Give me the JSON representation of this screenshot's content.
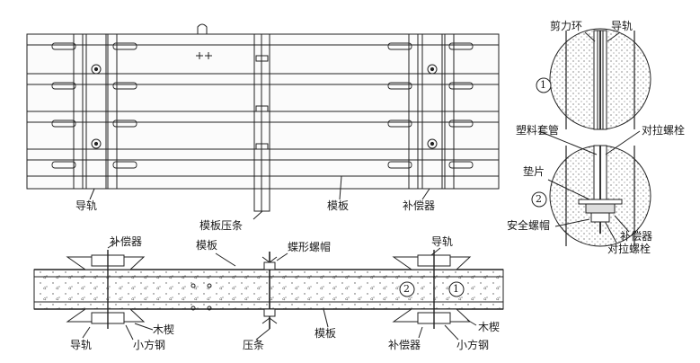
{
  "labels": {
    "guide_rail_plan": "导轨",
    "formwork_plan": "模板",
    "compensator_plan": "补偿器",
    "formwork_press_strip": "模板压条",
    "compensator_left": "补偿器",
    "formwork_section": "模板",
    "butterfly_nut": "蝶形螺帽",
    "guide_rail_section_right": "导轨",
    "wood_wedge_left": "木楔",
    "guide_rail_section_left": "导轨",
    "small_square_steel_left": "小方钢",
    "press_strip": "压条",
    "formwork_bottom": "模板",
    "compensator_bottom": "补偿器",
    "small_square_steel_right": "小方钢",
    "wood_wedge_right": "木楔",
    "shear_ring": "剪力环",
    "guide_rail_detail": "导轨",
    "plastic_sleeve": "塑料套管",
    "tie_bolt_1": "对拉螺栓",
    "washer": "垫片",
    "safety_nut": "安全螺帽",
    "compensator_detail": "补偿器",
    "tie_bolt_2": "对拉螺栓",
    "detail_1": "1",
    "detail_2": "2",
    "marker_1": "1",
    "marker_2": "2"
  }
}
